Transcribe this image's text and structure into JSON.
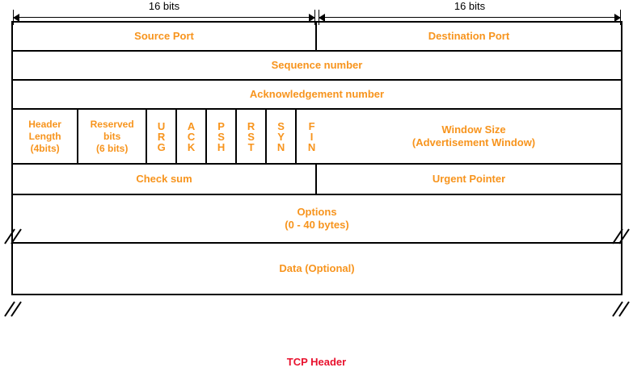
{
  "diagram": {
    "caption": "TCP Header",
    "ruler": {
      "left_label": "16 bits",
      "right_label": "16 bits"
    },
    "colors": {
      "field_text": "#F7941D",
      "caption": "#E8112D",
      "border": "#000000",
      "background": "#FFFFFF"
    },
    "rows": [
      {
        "name": "ports",
        "cells": [
          {
            "label": "Source Port"
          },
          {
            "label": "Destination Port"
          }
        ]
      },
      {
        "name": "sequence",
        "cells": [
          {
            "label": "Sequence number"
          }
        ]
      },
      {
        "name": "acknowledgement",
        "cells": [
          {
            "label": "Acknowledgement number"
          }
        ]
      },
      {
        "name": "flags",
        "header_length": {
          "line1": "Header",
          "line2": "Length",
          "line3": "(4bits)"
        },
        "reserved": {
          "line1": "Reserved",
          "line2": "bits",
          "line3": "(6 bits)"
        },
        "flag_bits": [
          "U R G",
          "A C K",
          "P S H",
          "R S T",
          "S Y N",
          "F I N"
        ],
        "window": {
          "line1": "Window Size",
          "line2": "(Advertisement Window)"
        }
      },
      {
        "name": "checksum",
        "cells": [
          {
            "label": "Check sum"
          },
          {
            "label": "Urgent Pointer"
          }
        ]
      },
      {
        "name": "options",
        "line1": "Options",
        "line2": "(0 - 40 bytes)"
      },
      {
        "name": "data",
        "label": "Data (Optional)"
      }
    ]
  }
}
